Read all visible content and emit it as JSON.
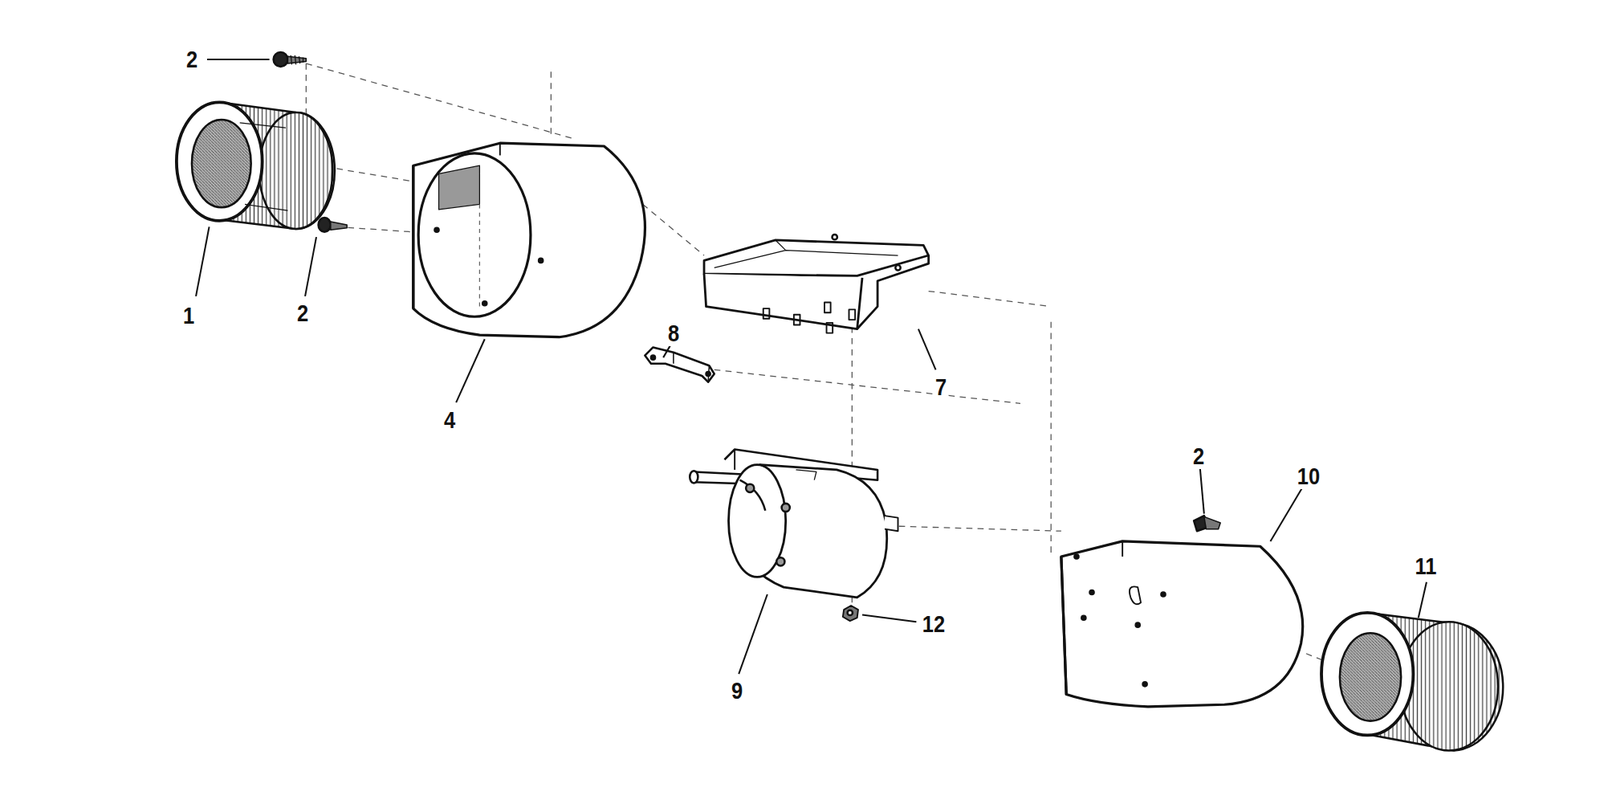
{
  "diagram": {
    "labels": [
      "2",
      "1",
      "2",
      "4",
      "8",
      "7",
      "9",
      "12",
      "2",
      "10",
      "11"
    ]
  }
}
